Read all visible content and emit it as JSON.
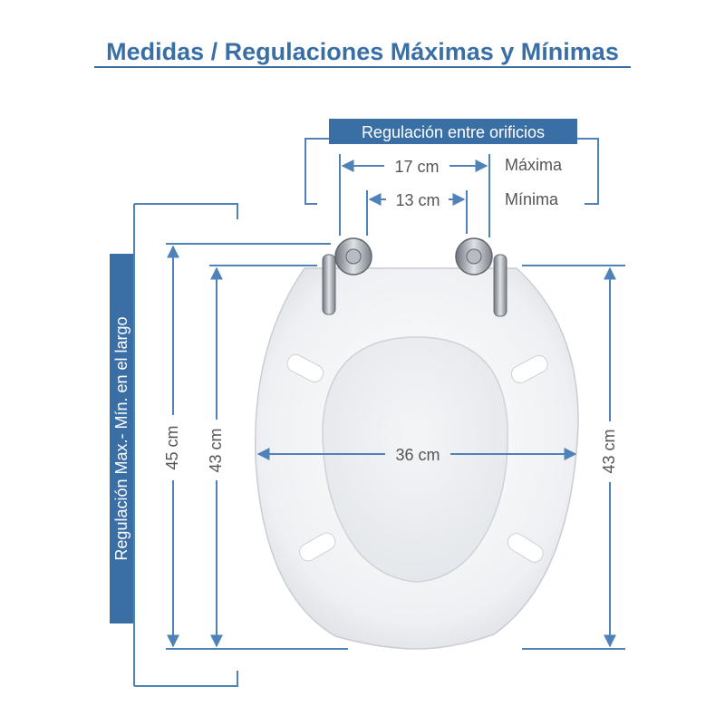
{
  "title": "Medidas / Regulaciones Máximas y Mínimas",
  "hinge_banner": "Regulación entre orificios",
  "length_banner": "Regulación Max.- Mín. en el largo",
  "hinge_distances": {
    "max_value": "17 cm",
    "max_label": "Máxima",
    "min_value": "13 cm",
    "min_label": "Mínima"
  },
  "dimensions": {
    "length_max": "45 cm",
    "length_min": "43 cm",
    "width": "36 cm",
    "length_right": "43 cm"
  },
  "colors": {
    "accent": "#3a6fa6",
    "dimension_line": "#4f82b9",
    "text": "#555555",
    "seat": "#f1f3f6"
  }
}
